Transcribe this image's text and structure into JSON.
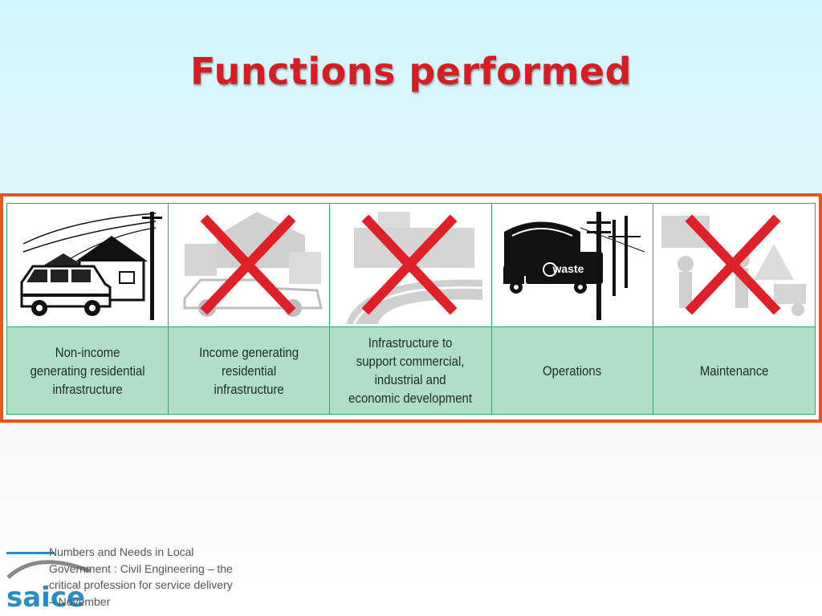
{
  "slide": {
    "title": "Functions performed"
  },
  "functions": [
    {
      "label": "Non-income generating residential infrastructure",
      "crossed_out": false,
      "image": "van-houses-powerline-icon"
    },
    {
      "label": "Income generating residential infrastructure",
      "crossed_out": true,
      "image": "pickup-houses-icon"
    },
    {
      "label": "Infrastructure to support commercial, industrial and economic development",
      "crossed_out": true,
      "image": "road-industry-icon"
    },
    {
      "label": "Operations",
      "crossed_out": false,
      "image": "waste-truck-powerline-icon"
    },
    {
      "label": "Maintenance",
      "crossed_out": true,
      "image": "road-workers-icon"
    }
  ],
  "truck_text": "waste",
  "footer": {
    "text": "Numbers and Needs in Local Government : Civil Engineering – the critical profession for service delivery – November",
    "logo_text": "saice"
  },
  "colors": {
    "title": "#d41e24",
    "band_border": "#e8551e",
    "label_bg": "#b0dec6",
    "cross": "#e02028",
    "logo": "#2a8cc4"
  }
}
